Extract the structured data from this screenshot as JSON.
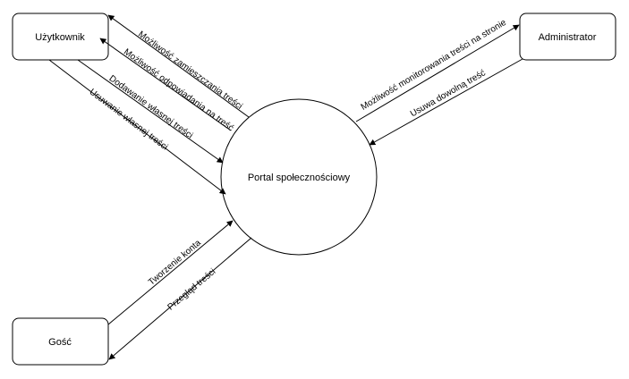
{
  "diagram": {
    "nodes": {
      "uzytkownik": "Użytkownik",
      "administrator": "Administrator",
      "portal": "Portal społecznościowy",
      "gosc": "Gość"
    },
    "edges": {
      "mozliwosc_zamieszczania": "Możliwość zamieszczania treści",
      "mozliwosc_odpowiadania": "Możliwość odpowiadania na treść",
      "dodawanie_wlasnej": "Dodawanie własnej treści",
      "usuwanie_wlasnej": "Usuwanie własnej treści",
      "mozliwosc_monitorowania": "Możliwość monitorowania treści na stronie",
      "usuwa_dowolna": "Usuwa dowolną treść",
      "tworzenie_konta": "Tworzenie konta",
      "przeglad_tresci": "Przegląd treści"
    }
  }
}
